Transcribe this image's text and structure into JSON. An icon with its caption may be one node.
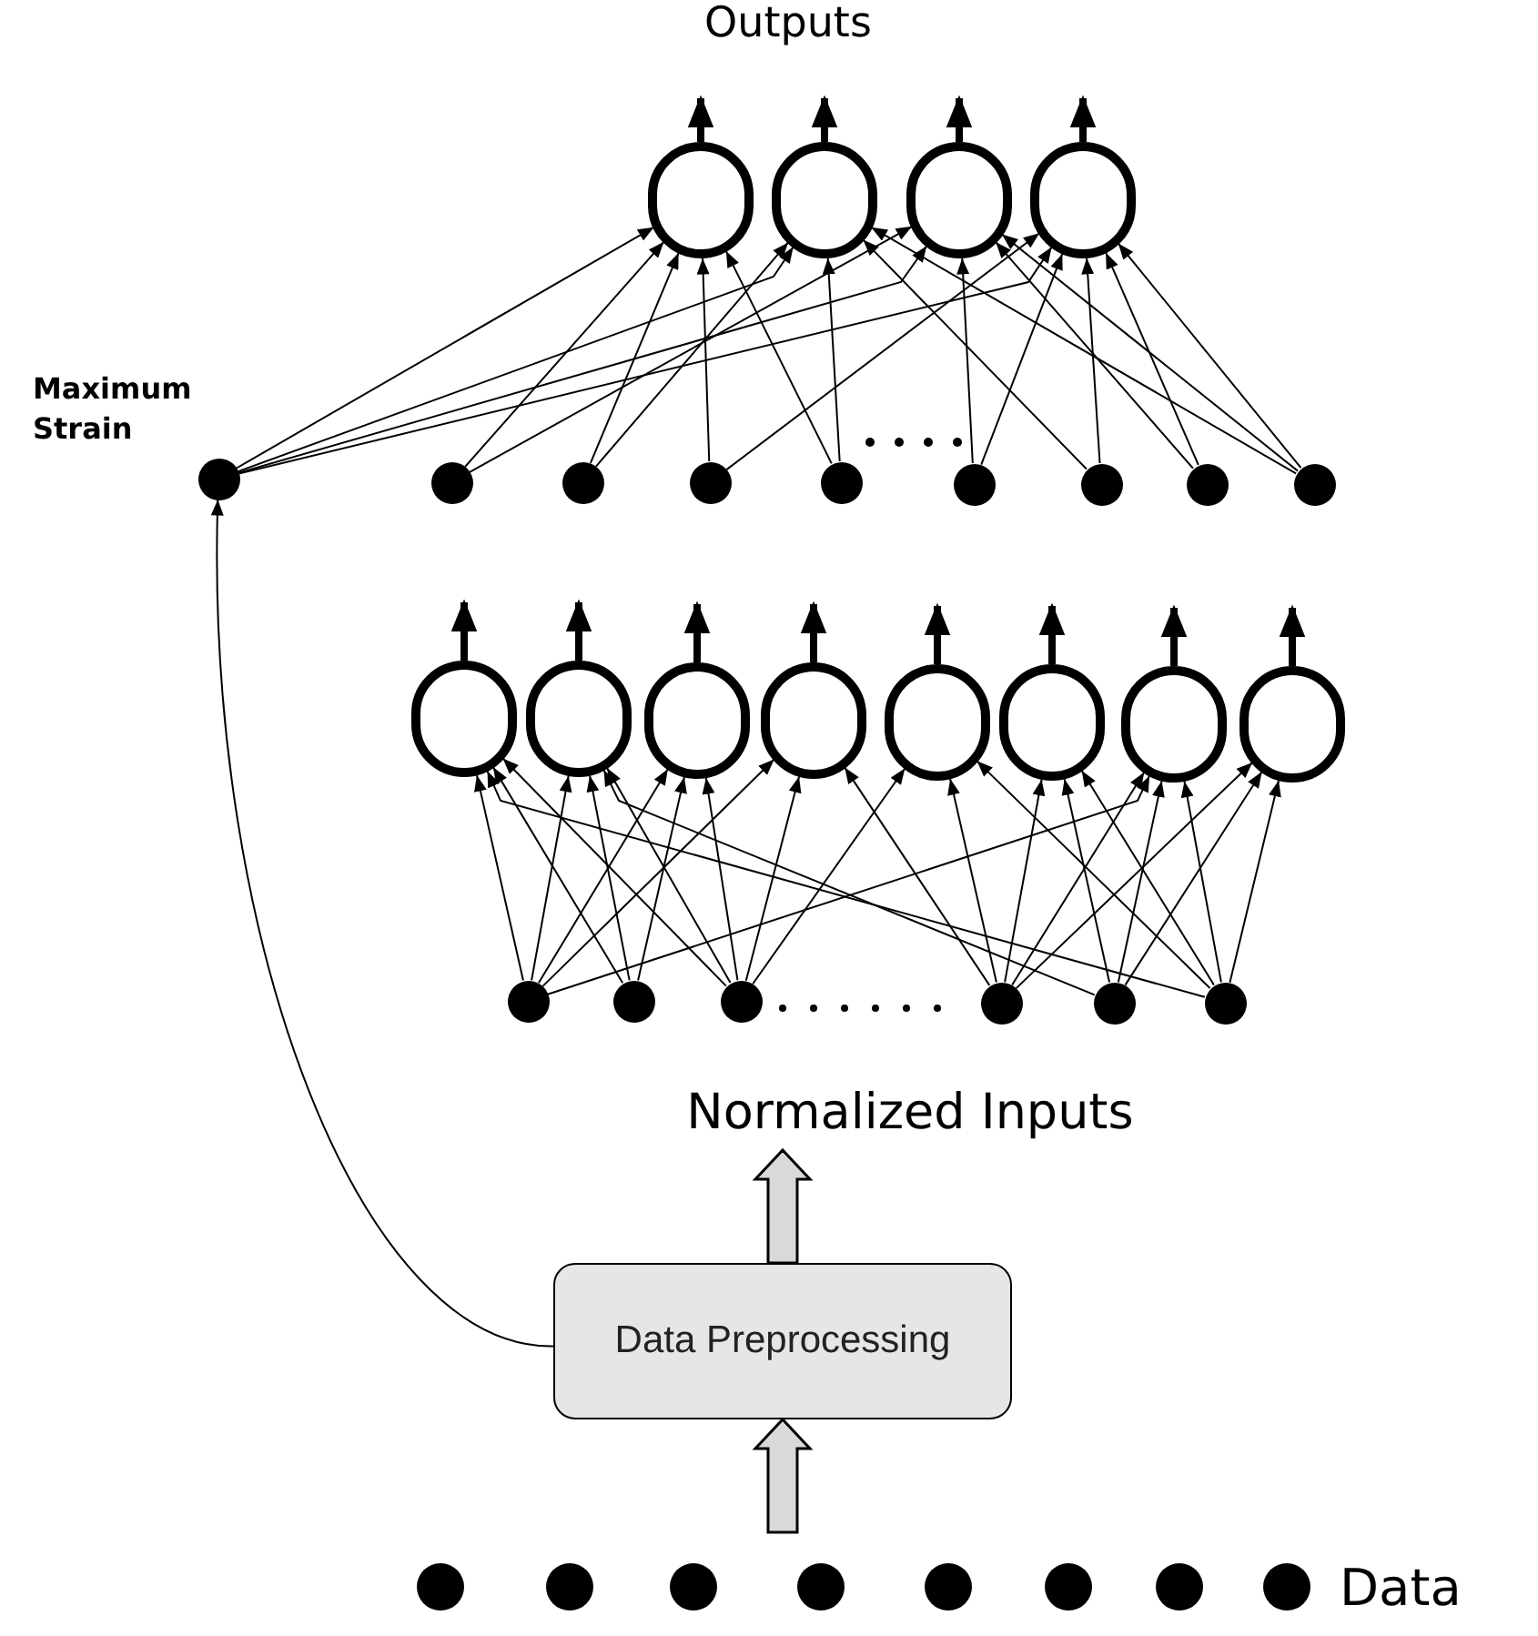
{
  "diagram": {
    "nodes": [
      {
        "text": [],
        "shape": "circle"
      },
      {
        "text": [],
        "shape": "circle"
      },
      {
        "text": [],
        "shape": "circle"
      },
      {
        "text": [],
        "shape": "circle"
      },
      {
        "text": [],
        "shape": "dot",
        "beside": [
          "Maximum Strain"
        ]
      },
      {
        "text": [],
        "shape": "dot"
      },
      {
        "text": [],
        "shape": "dot"
      },
      {
        "text": [],
        "shape": "dot"
      },
      {
        "text": [],
        "shape": "dot"
      },
      {
        "text": [],
        "shape": "dot"
      },
      {
        "text": [],
        "shape": "dot"
      },
      {
        "text": [],
        "shape": "dot"
      },
      {
        "text": [],
        "shape": "dot"
      },
      {
        "text": [],
        "shape": "circle"
      },
      {
        "text": [],
        "shape": "circle"
      },
      {
        "text": [],
        "shape": "circle"
      },
      {
        "text": [],
        "shape": "circle"
      },
      {
        "text": [],
        "shape": "circle"
      },
      {
        "text": [],
        "shape": "circle"
      },
      {
        "text": [],
        "shape": "circle"
      },
      {
        "text": [],
        "shape": "circle"
      },
      {
        "text": [],
        "shape": "dot"
      },
      {
        "text": [],
        "shape": "dot"
      },
      {
        "text": [],
        "shape": "dot"
      },
      {
        "text": [],
        "shape": "dot"
      },
      {
        "text": [],
        "shape": "dot"
      },
      {
        "text": [],
        "shape": "dot"
      },
      {
        "text": [
          "Data Preprocessing"
        ]
      },
      {
        "text": [],
        "shape": "dot"
      },
      {
        "text": [],
        "shape": "dot"
      },
      {
        "text": [],
        "shape": "dot"
      },
      {
        "text": [],
        "shape": "dot"
      },
      {
        "text": [],
        "shape": "dot"
      },
      {
        "text": [],
        "shape": "dot"
      },
      {
        "text": [],
        "shape": "dot"
      },
      {
        "text": [],
        "shape": "dot"
      }
    ],
    "edges": [
      {
        "from": 0,
        "to": null,
        "arrow": "to",
        "style": "thick"
      },
      {
        "from": 1,
        "to": null,
        "arrow": "to",
        "style": "thick"
      },
      {
        "from": 2,
        "to": null,
        "arrow": "to",
        "style": "thick"
      },
      {
        "from": 3,
        "to": null,
        "arrow": "to",
        "style": "thick"
      },
      {
        "from": 13,
        "to": null,
        "arrow": "to",
        "style": "thick"
      },
      {
        "from": 14,
        "to": null,
        "arrow": "to",
        "style": "thick"
      },
      {
        "from": 15,
        "to": null,
        "arrow": "to",
        "style": "thick"
      },
      {
        "from": 16,
        "to": null,
        "arrow": "to",
        "style": "thick"
      },
      {
        "from": 17,
        "to": null,
        "arrow": "to",
        "style": "thick"
      },
      {
        "from": 18,
        "to": null,
        "arrow": "to",
        "style": "thick"
      },
      {
        "from": 19,
        "to": null,
        "arrow": "to",
        "style": "thick"
      },
      {
        "from": 20,
        "to": null,
        "arrow": "to",
        "style": "thick"
      },
      {
        "from": 4,
        "to": 0,
        "arrow": "to"
      },
      {
        "from": 4,
        "to": 1,
        "arrow": "to"
      },
      {
        "from": 4,
        "to": 2,
        "arrow": "to"
      },
      {
        "from": 4,
        "to": 3,
        "arrow": "to"
      },
      {
        "from": 5,
        "to": 0,
        "arrow": "to"
      },
      {
        "from": 5,
        "to": 2,
        "arrow": "to"
      },
      {
        "from": 6,
        "to": 0,
        "arrow": "to"
      },
      {
        "from": 6,
        "to": 1,
        "arrow": "to"
      },
      {
        "from": 7,
        "to": 0,
        "arrow": "to"
      },
      {
        "from": 7,
        "to": 3,
        "arrow": "to"
      },
      {
        "from": 8,
        "to": 0,
        "arrow": "to"
      },
      {
        "from": 8,
        "to": 1,
        "arrow": "to"
      },
      {
        "from": 9,
        "to": 2,
        "arrow": "to"
      },
      {
        "from": 9,
        "to": 3,
        "arrow": "to"
      },
      {
        "from": 10,
        "to": 1,
        "arrow": "to"
      },
      {
        "from": 10,
        "to": 3,
        "arrow": "to"
      },
      {
        "from": 11,
        "to": 3,
        "arrow": "to"
      },
      {
        "from": 11,
        "to": 2,
        "arrow": "to"
      },
      {
        "from": 12,
        "to": 1,
        "arrow": "to"
      },
      {
        "from": 12,
        "to": 2,
        "arrow": "to"
      },
      {
        "from": 12,
        "to": 3,
        "arrow": "to"
      },
      {
        "from": 21,
        "to": 13,
        "arrow": "to"
      },
      {
        "from": 21,
        "to": 14,
        "arrow": "to"
      },
      {
        "from": 21,
        "to": 15,
        "arrow": "to"
      },
      {
        "from": 21,
        "to": 16,
        "arrow": "to"
      },
      {
        "from": 21,
        "to": 19,
        "arrow": "to"
      },
      {
        "from": 22,
        "to": 13,
        "arrow": "to"
      },
      {
        "from": 22,
        "to": 14,
        "arrow": "to"
      },
      {
        "from": 22,
        "to": 15,
        "arrow": "to"
      },
      {
        "from": 23,
        "to": 13,
        "arrow": "to"
      },
      {
        "from": 23,
        "to": 14,
        "arrow": "to"
      },
      {
        "from": 23,
        "to": 15,
        "arrow": "to"
      },
      {
        "from": 23,
        "to": 16,
        "arrow": "to"
      },
      {
        "from": 23,
        "to": 17,
        "arrow": "to"
      },
      {
        "from": 24,
        "to": 16,
        "arrow": "to"
      },
      {
        "from": 24,
        "to": 17,
        "arrow": "to"
      },
      {
        "from": 24,
        "to": 18,
        "arrow": "to"
      },
      {
        "from": 24,
        "to": 19,
        "arrow": "to"
      },
      {
        "from": 24,
        "to": 20,
        "arrow": "to"
      },
      {
        "from": 25,
        "to": 14,
        "arrow": "to"
      },
      {
        "from": 25,
        "to": 18,
        "arrow": "to"
      },
      {
        "from": 25,
        "to": 19,
        "arrow": "to"
      },
      {
        "from": 25,
        "to": 20,
        "arrow": "to"
      },
      {
        "from": 26,
        "to": 13,
        "arrow": "to"
      },
      {
        "from": 26,
        "to": 17,
        "arrow": "to"
      },
      {
        "from": 26,
        "to": 18,
        "arrow": "to"
      },
      {
        "from": 26,
        "to": 19,
        "arrow": "to"
      },
      {
        "from": 26,
        "to": 20,
        "arrow": "to"
      },
      {
        "from": null,
        "to": 27,
        "arrow": "to",
        "style": "thick",
        "color": "#d9d9d9"
      },
      {
        "from": 27,
        "to": null,
        "arrow": "to",
        "style": "thick",
        "color": "#d9d9d9"
      },
      {
        "from": 27,
        "to": 4,
        "arrow": "to"
      }
    ],
    "labels": [
      "Outputs",
      "Normalized Inputs",
      "Data"
    ]
  }
}
